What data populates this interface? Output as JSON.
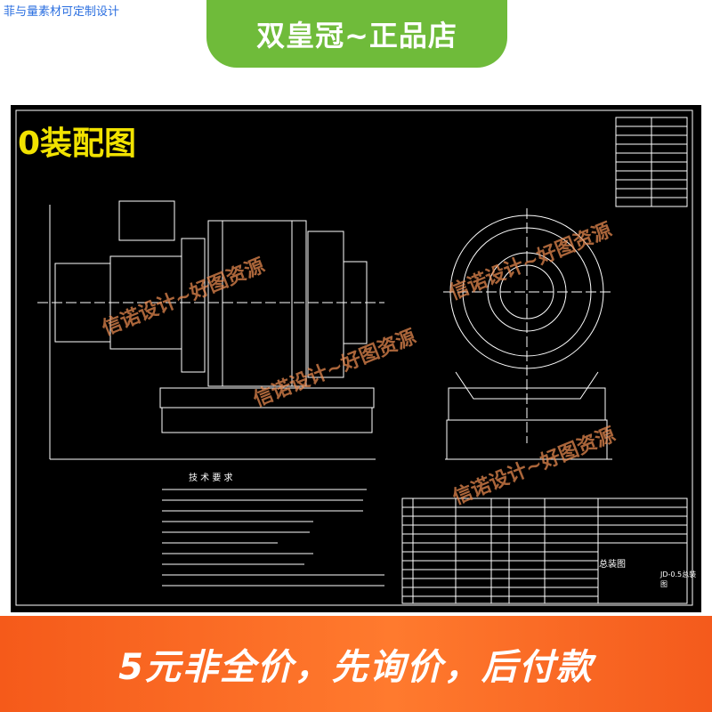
{
  "top_note": "菲与量素材可定制设计",
  "top_banner": {
    "text": "双皇冠~正品店"
  },
  "drawing": {
    "title": "0装配图",
    "technical_requirements_title": "技 术 要 求",
    "title_block": {
      "table_title": "总装图",
      "drawing_name": "JD-0.5总装图"
    },
    "watermarks": [
      "信诺设计~好图资源",
      "信诺设计~好图资源",
      "信诺设计~好图资源",
      "信诺设计~好图资源"
    ]
  },
  "bottom_banner": {
    "text": "5元非全价，先询价，后付款"
  },
  "colors": {
    "green_banner": "#6fbb3a",
    "orange_banner": "#f55a1a",
    "title_yellow": "#f1e200",
    "drawing_bg": "#000000"
  }
}
